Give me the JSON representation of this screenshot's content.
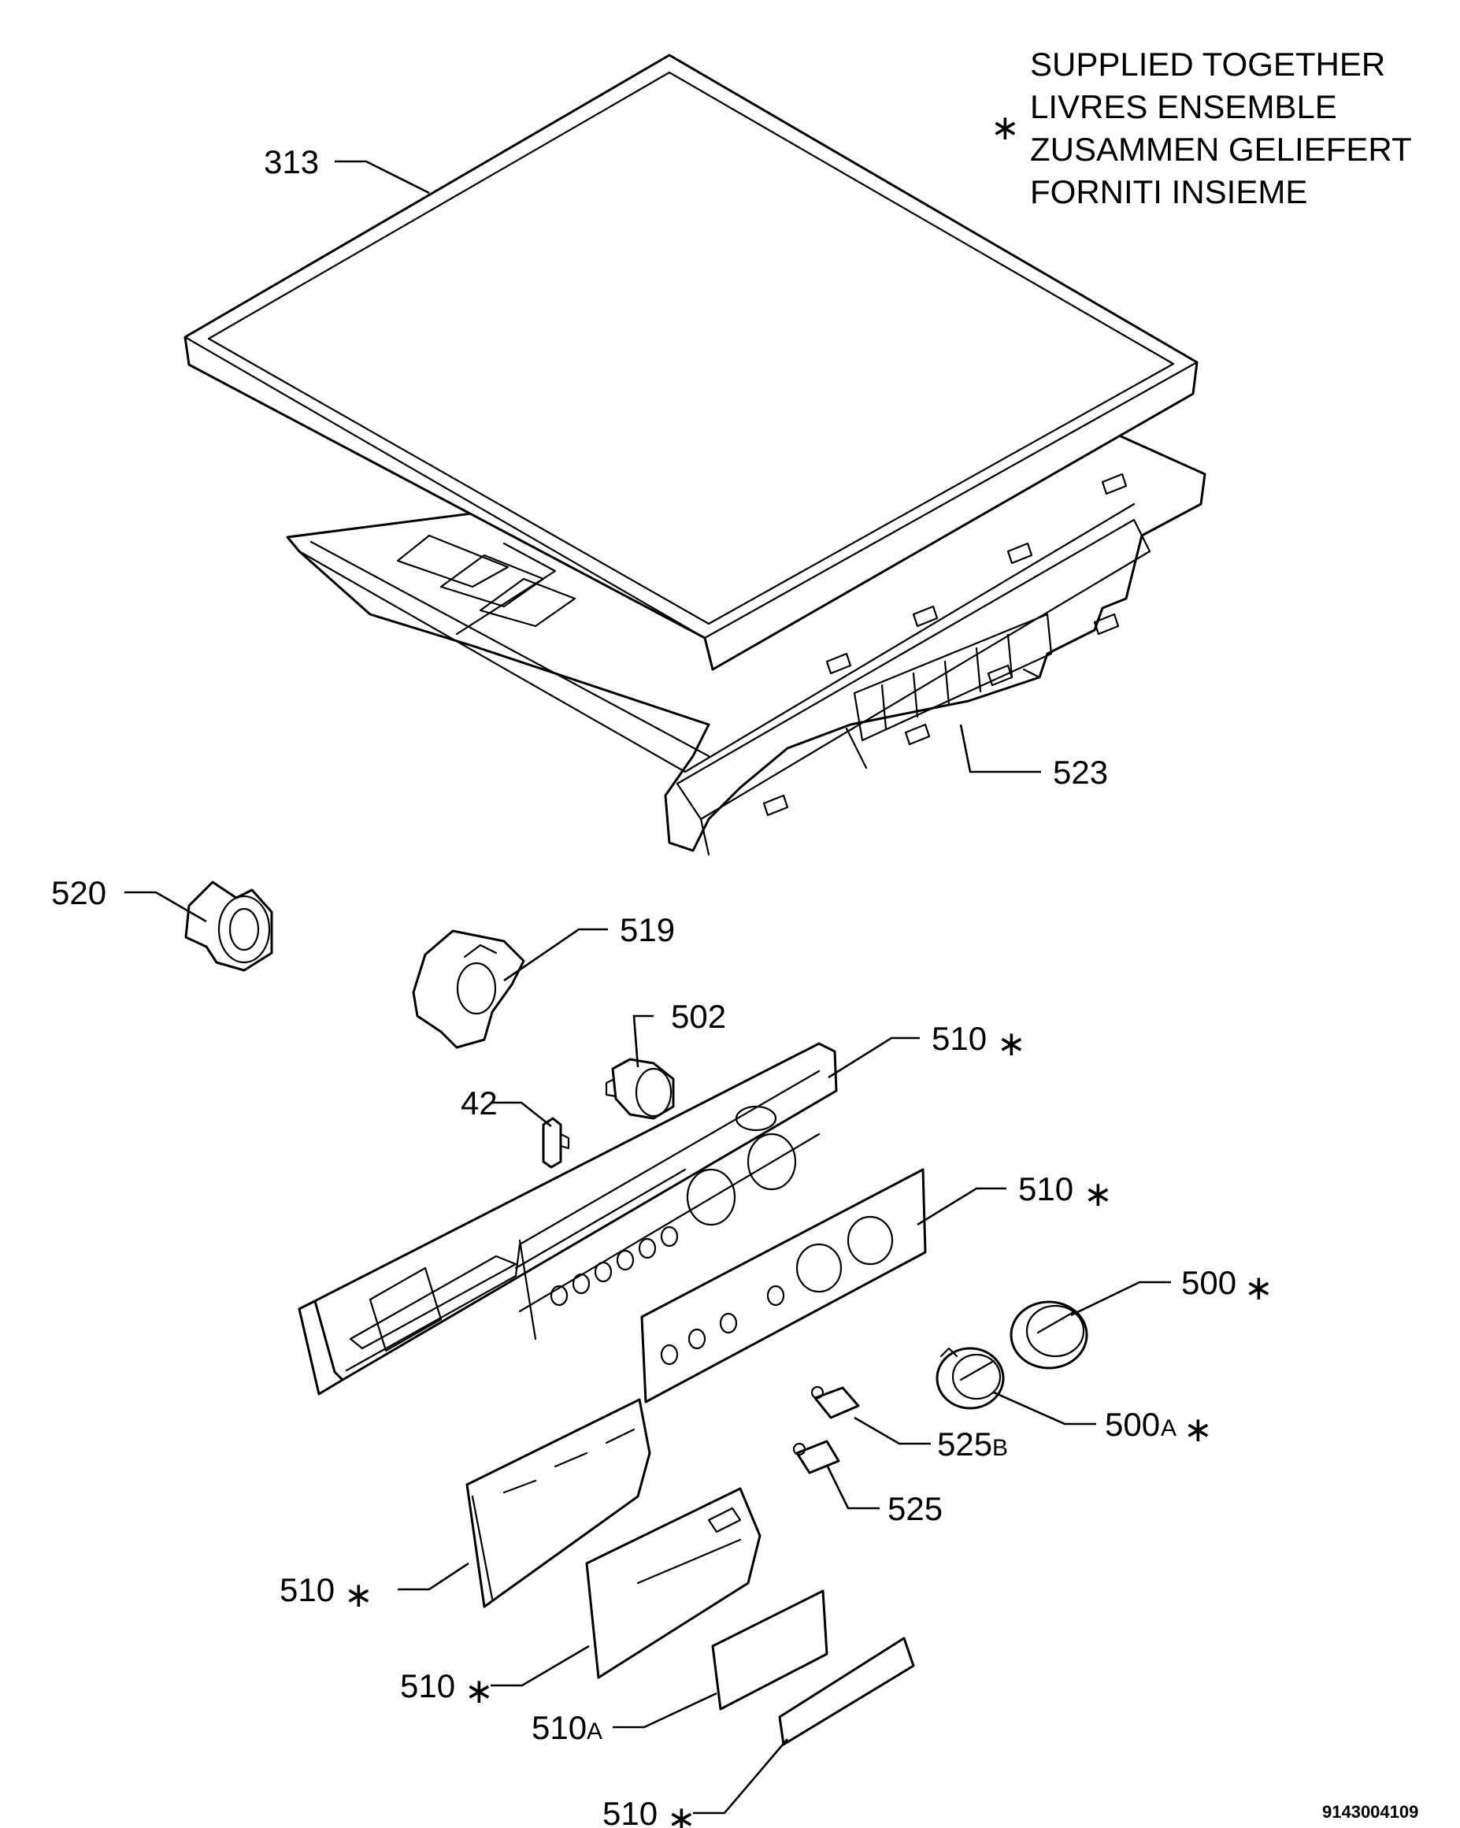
{
  "note": {
    "marker": "∗",
    "lines": [
      "SUPPLIED TOGETHER",
      "LIVRES ENSEMBLE",
      "ZUSAMMEN GELIEFERT",
      "FORNITI INSIEME"
    ]
  },
  "labels": {
    "p313": "313",
    "p523": "523",
    "p520": "520",
    "p519": "519",
    "p502": "502",
    "p42": "42",
    "p510_a": "510",
    "p510_b": "510",
    "p500": "500",
    "p500a": "500",
    "p500a_sfx": "A",
    "p525b": "525",
    "p525b_sfx": "B",
    "p525": "525",
    "p510_c": "510",
    "p510_d": "510",
    "p510a": "510",
    "p510a_sfx": "A",
    "p510_e": "510"
  },
  "star": "∗",
  "code": "9143004109"
}
